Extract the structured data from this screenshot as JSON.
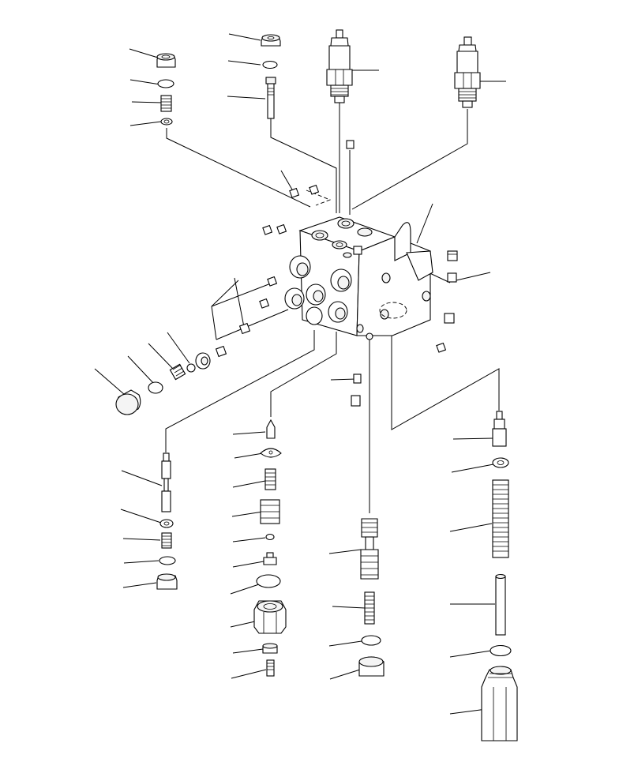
{
  "diagram": {
    "kind": "exploded-parts-view",
    "subject": "hydraulic-control-valve-assembly",
    "background_color": "#ffffff",
    "line_color": "#000000",
    "callout_count": 40
  }
}
